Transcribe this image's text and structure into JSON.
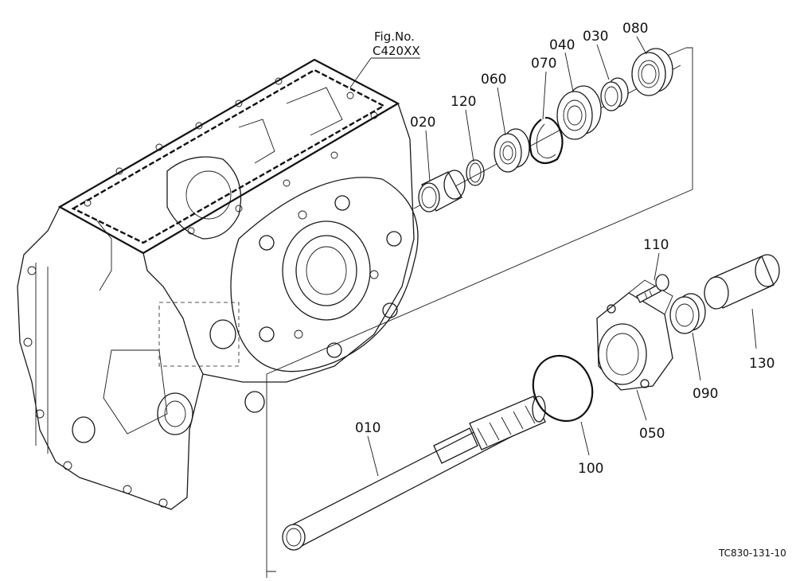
{
  "figure": {
    "fig_no_label": "Fig.No.",
    "fig_no_value": "C420XX",
    "drawing_code": "TC830-131-10"
  },
  "parts": [
    {
      "id": "010"
    },
    {
      "id": "020"
    },
    {
      "id": "030"
    },
    {
      "id": "040"
    },
    {
      "id": "050"
    },
    {
      "id": "060"
    },
    {
      "id": "070"
    },
    {
      "id": "080"
    },
    {
      "id": "090"
    },
    {
      "id": "100"
    },
    {
      "id": "110"
    },
    {
      "id": "120"
    },
    {
      "id": "130"
    }
  ]
}
